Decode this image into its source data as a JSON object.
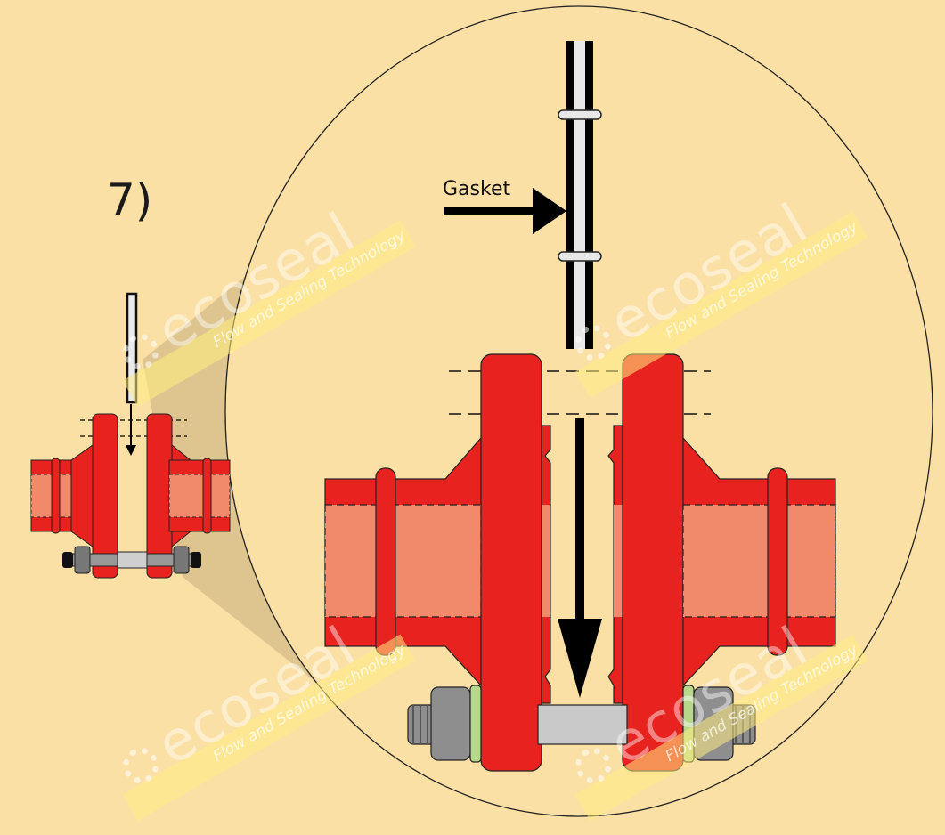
{
  "step": {
    "label": "7)"
  },
  "callout": {
    "gasket_label": "Gasket"
  },
  "watermark": {
    "brand": "ecoseal",
    "tagline": "Flow and Sealing Technology"
  },
  "colors": {
    "background": "#fbe0a6",
    "flange": "#e8221f",
    "pipe_bore": "#f08a6a",
    "bolt": "#8c8c8c",
    "gasket": "#e8e8e8",
    "arrow": "#000000"
  }
}
